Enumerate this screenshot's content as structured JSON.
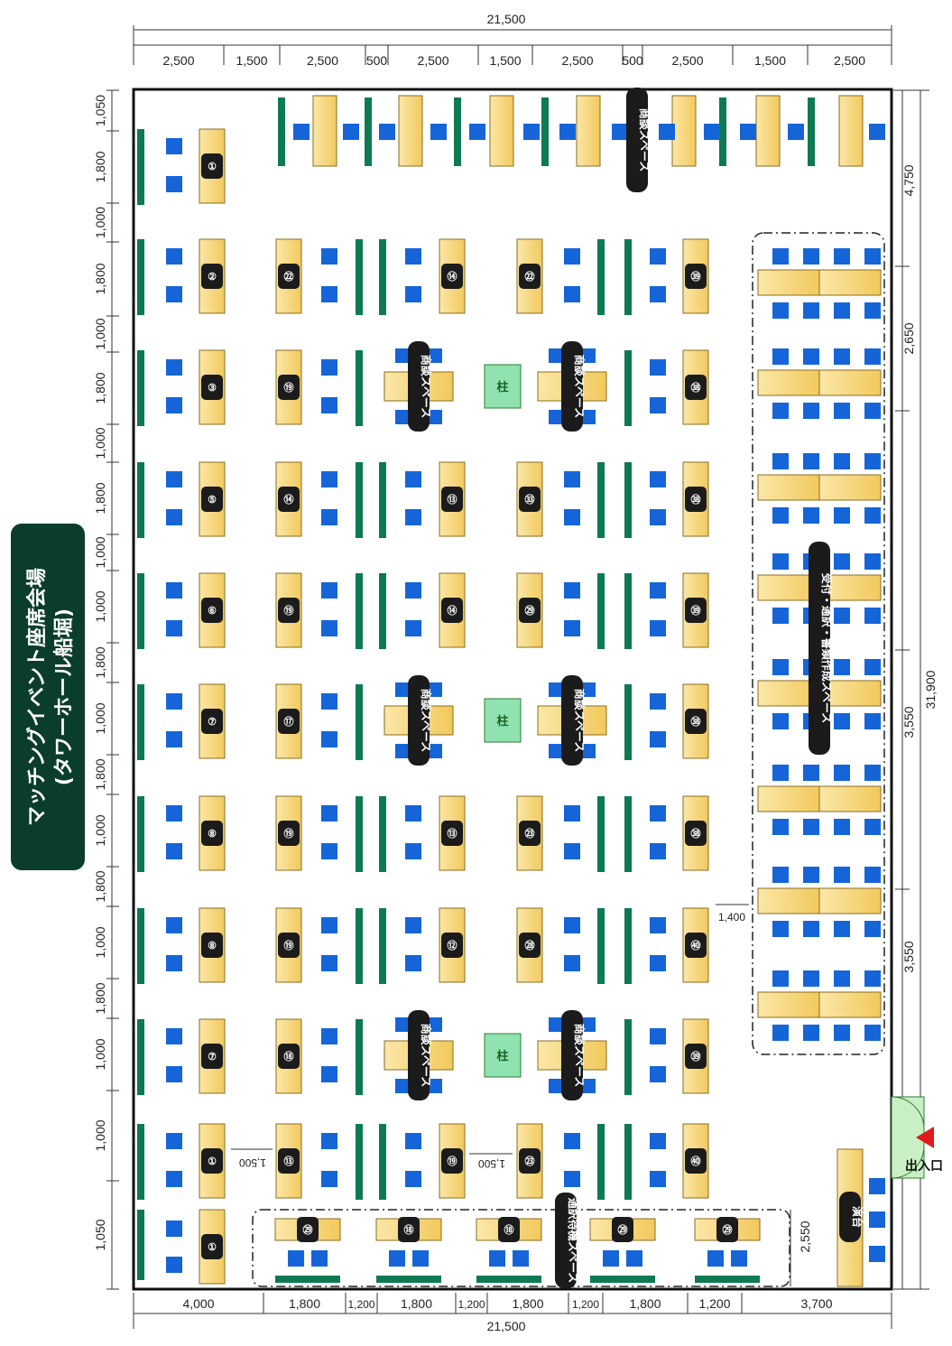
{
  "title": "マッチングイベント座席会場",
  "subtitle": "(タワーホール船堀)",
  "colors": {
    "table": "#f7d67a",
    "chair": "#1565d8",
    "partition": "#0d7a52",
    "pillar": "#8fe3b0",
    "badge": "#1b1b1b",
    "title_bg": "#0a3d2c"
  },
  "dimensions": {
    "total_width_top": "21,500",
    "total_width_bottom": "21,500",
    "total_height": "31,900",
    "top_segments": [
      "2,500",
      "1,500",
      "2,500",
      "500",
      "2,500",
      "1,500",
      "2,500",
      "500",
      "2,500",
      "1,500",
      "2,500"
    ],
    "bottom_segments": [
      "4,000",
      "1,800",
      "1,200",
      "1,800",
      "1,200",
      "1,800",
      "1,200",
      "1,800",
      "1,200",
      "3,700"
    ],
    "left_segments": [
      "1,050",
      "1,800",
      "1,000",
      "1,800",
      "1,000",
      "1,800",
      "1,000",
      "1,800",
      "1,000",
      "1,000",
      "1,800",
      "1,000",
      "1,800",
      "1,000",
      "1,800",
      "1,000",
      "1,800",
      "1,000",
      "1,000",
      "1,050"
    ],
    "right_segments": [
      "4,750",
      "2,650",
      "3,550",
      "3,550",
      "2,550"
    ],
    "aisle_1500_a": "1,500",
    "aisle_1500_b": "1,500",
    "gap_1400": "1,400"
  },
  "labels": {
    "shodan_space": "商談スペース",
    "pillar": "柱",
    "reception": "受付・通訳・書類作成スペース",
    "interpreter": "通訳待機スペース",
    "podium": "演台",
    "exit": "出入口"
  },
  "booth_numbers": {
    "col1": [
      "①",
      "②",
      "③",
      "⑤",
      "⑥",
      "⑦",
      "⑧",
      "⑧",
      "⑦",
      "①",
      "①"
    ],
    "col2": [
      "㉒",
      "⑲",
      "⑭",
      "⑲",
      "⑰",
      "⑲",
      "⑲",
      "⑱",
      "⑬"
    ],
    "col3": [
      "⑭",
      "⑬",
      "⑭",
      "⑬",
      "⑫",
      "⑲"
    ],
    "col4": [
      "㉒",
      "㉝",
      "㉙",
      "㉓",
      "㉘",
      "㉓"
    ],
    "col5": [
      "㊴",
      "㊳",
      "㊳",
      "㊴",
      "㊳",
      "㊳",
      "㊵",
      "㊴",
      "㊵"
    ],
    "bottom": [
      "㉙",
      "⑱",
      "⑱",
      "㉙",
      "㉙"
    ]
  }
}
